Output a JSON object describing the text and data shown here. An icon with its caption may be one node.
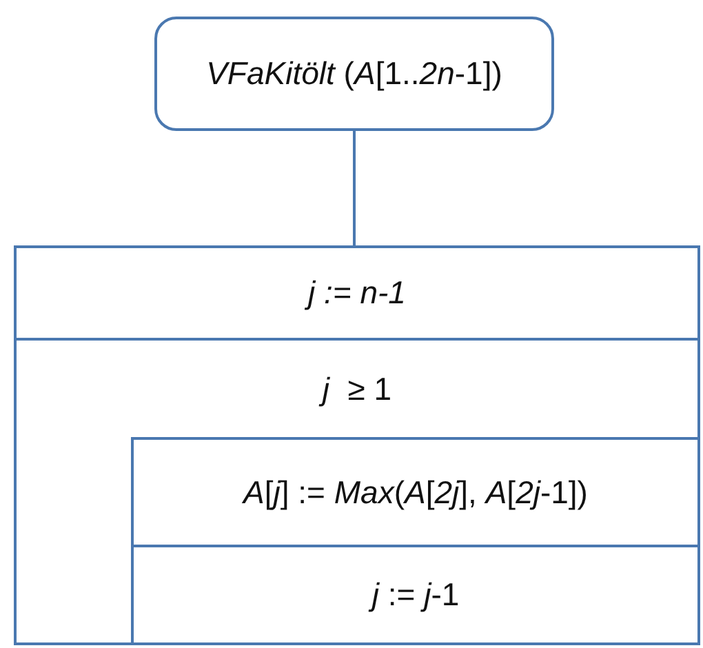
{
  "diagram": {
    "nodes": [
      {
        "text": [
          "*VFaKitölt* (*A*[1..*2n*-1])"
        ]
      },
      {
        "text": [],
        "shape": "box"
      },
      {
        "text": [
          "j := n-1"
        ],
        "in": 1
      },
      {
        "text": [
          "*j* ≥ 1"
        ],
        "in": 1
      },
      {
        "text": [
          "*A*[*j*] := *Max*(*A*[*2j*], *A*[*2j*-1])"
        ],
        "in": 3
      },
      {
        "text": [
          "*j* := *j*-1"
        ],
        "in": 3
      }
    ],
    "edges": [
      {
        "from": 0,
        "to": 1,
        "arrow": "none"
      }
    ]
  }
}
